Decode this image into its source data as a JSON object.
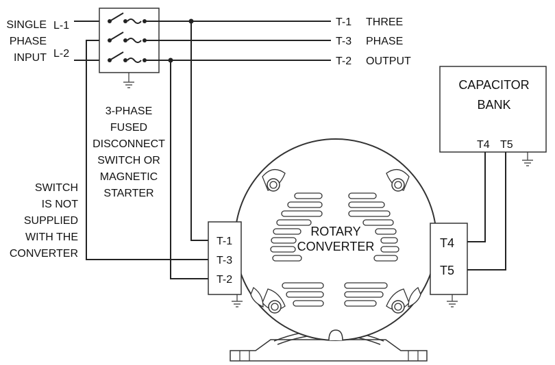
{
  "input": {
    "line1": "SINGLE",
    "line2": "PHASE",
    "line3": "INPUT",
    "l1": "L-1",
    "l2": "L-2"
  },
  "output": {
    "t1": "T-1",
    "t3": "T-3",
    "t2": "T-2",
    "w1": "THREE",
    "w2": "PHASE",
    "w3": "OUTPUT"
  },
  "disconnect": [
    "3-PHASE",
    "FUSED",
    "DISCONNECT",
    "SWITCH OR",
    "MAGNETIC",
    "STARTER"
  ],
  "note": [
    "SWITCH",
    "IS NOT",
    "SUPPLIED",
    "WITH THE",
    "CONVERTER"
  ],
  "capacitor": {
    "line1": "CAPACITOR",
    "line2": "BANK",
    "t4": "T4",
    "t5": "T5"
  },
  "converter": {
    "line1": "ROTARY",
    "line2": "CONVERTER",
    "left_t1": "T-1",
    "left_t3": "T-3",
    "left_t2": "T-2",
    "right_t4": "T4",
    "right_t5": "T5"
  }
}
